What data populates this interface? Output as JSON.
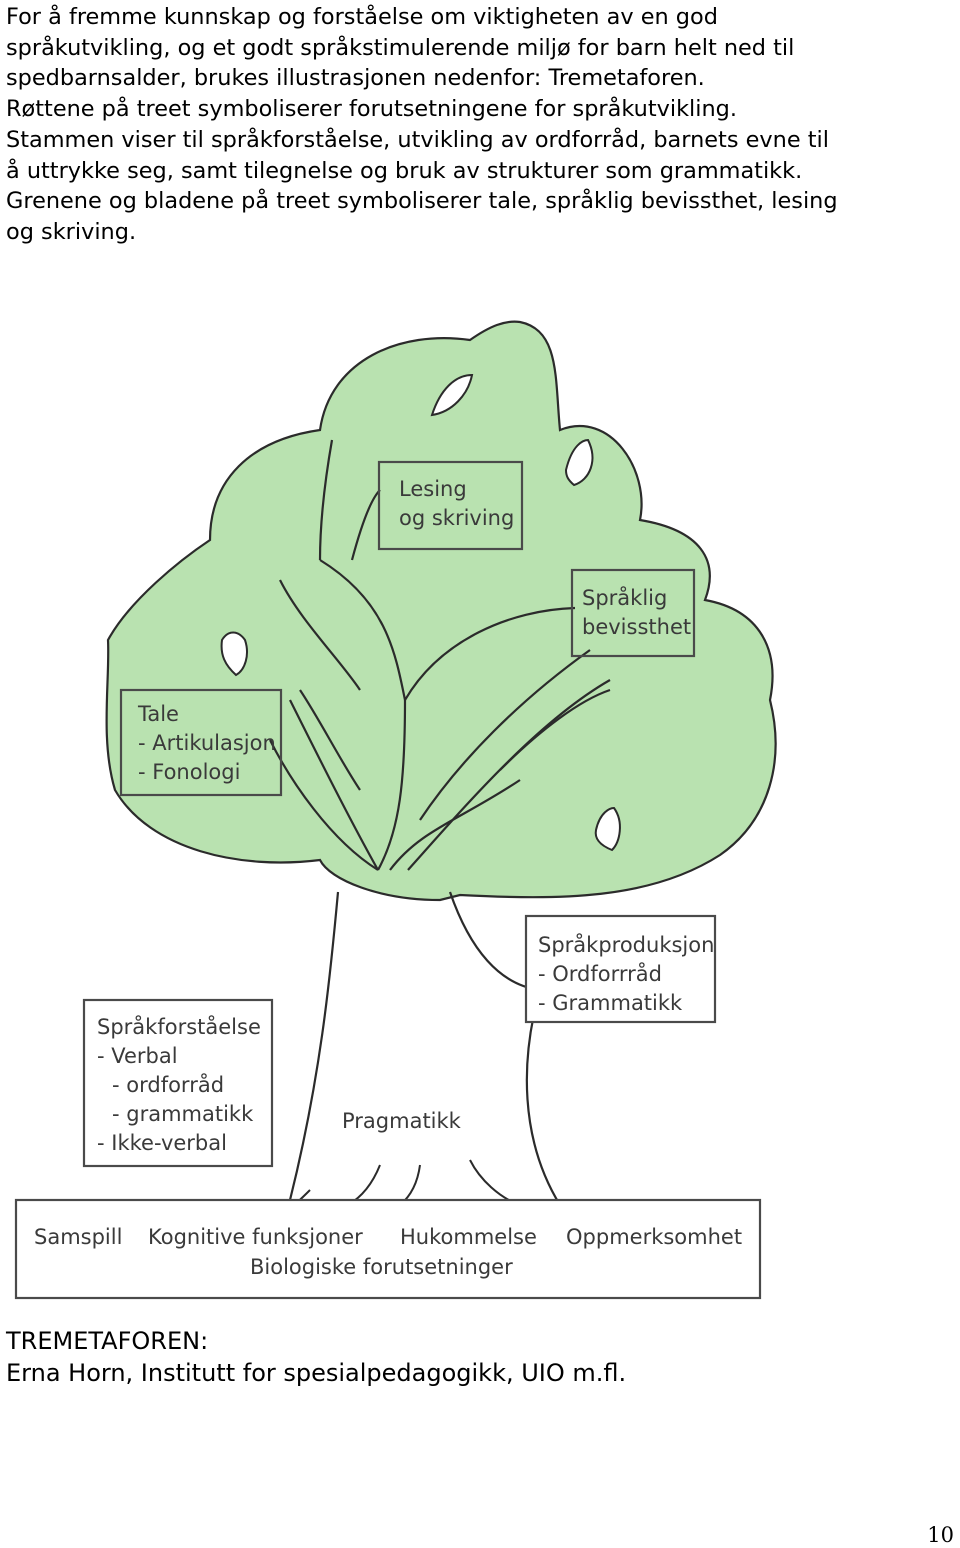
{
  "intro": {
    "lines": [
      "For å fremme kunnskap og forståelse om viktigheten av en god",
      "språkutvikling, og et godt språkstimulerende miljø for barn helt ned til",
      "spedbarnsalder, brukes illustrasjonen nedenfor: Tremetaforen.",
      "Røttene på treet symboliserer forutsetningene for språkutvikling.",
      "Stammen viser til språkforståelse, utvikling av ordforråd, barnets evne til",
      "å uttrykke seg, samt tilegnelse og bruk av strukturer som grammatikk.",
      "Grenene og bladene på treet symboliserer tale, språklig bevissthet, lesing",
      "og skriving."
    ]
  },
  "tree": {
    "crown_color": "#b9e2b0",
    "lesing_box": [
      "Lesing",
      "og skriving"
    ],
    "sprakbevissthet_box": [
      "Språklig",
      "bevissthet"
    ],
    "tale_box": [
      "Tale",
      "- Artikulasjon",
      "- Fonologi"
    ],
    "sprakproduksjon_box": [
      "Språkproduksjon",
      "- Ordforrråd",
      "- Grammatikk"
    ],
    "sprakforstaelse_box": [
      "Språkforståelse",
      "- Verbal",
      "- ordforråd",
      "- grammatikk",
      "- Ikke-verbal"
    ],
    "pragmatikk_label": "Pragmatikk",
    "roots_box": {
      "items": [
        "Samspill",
        "Kognitive funksjoner",
        "Hukommelse",
        "Oppmerksomhet"
      ],
      "footer": "Biologiske forutsetninger"
    }
  },
  "caption": {
    "title": "TREMETAFOREN:",
    "credit": "Erna Horn, Institutt for spesialpedagogikk, UIO m.fl."
  },
  "page_number": "10"
}
